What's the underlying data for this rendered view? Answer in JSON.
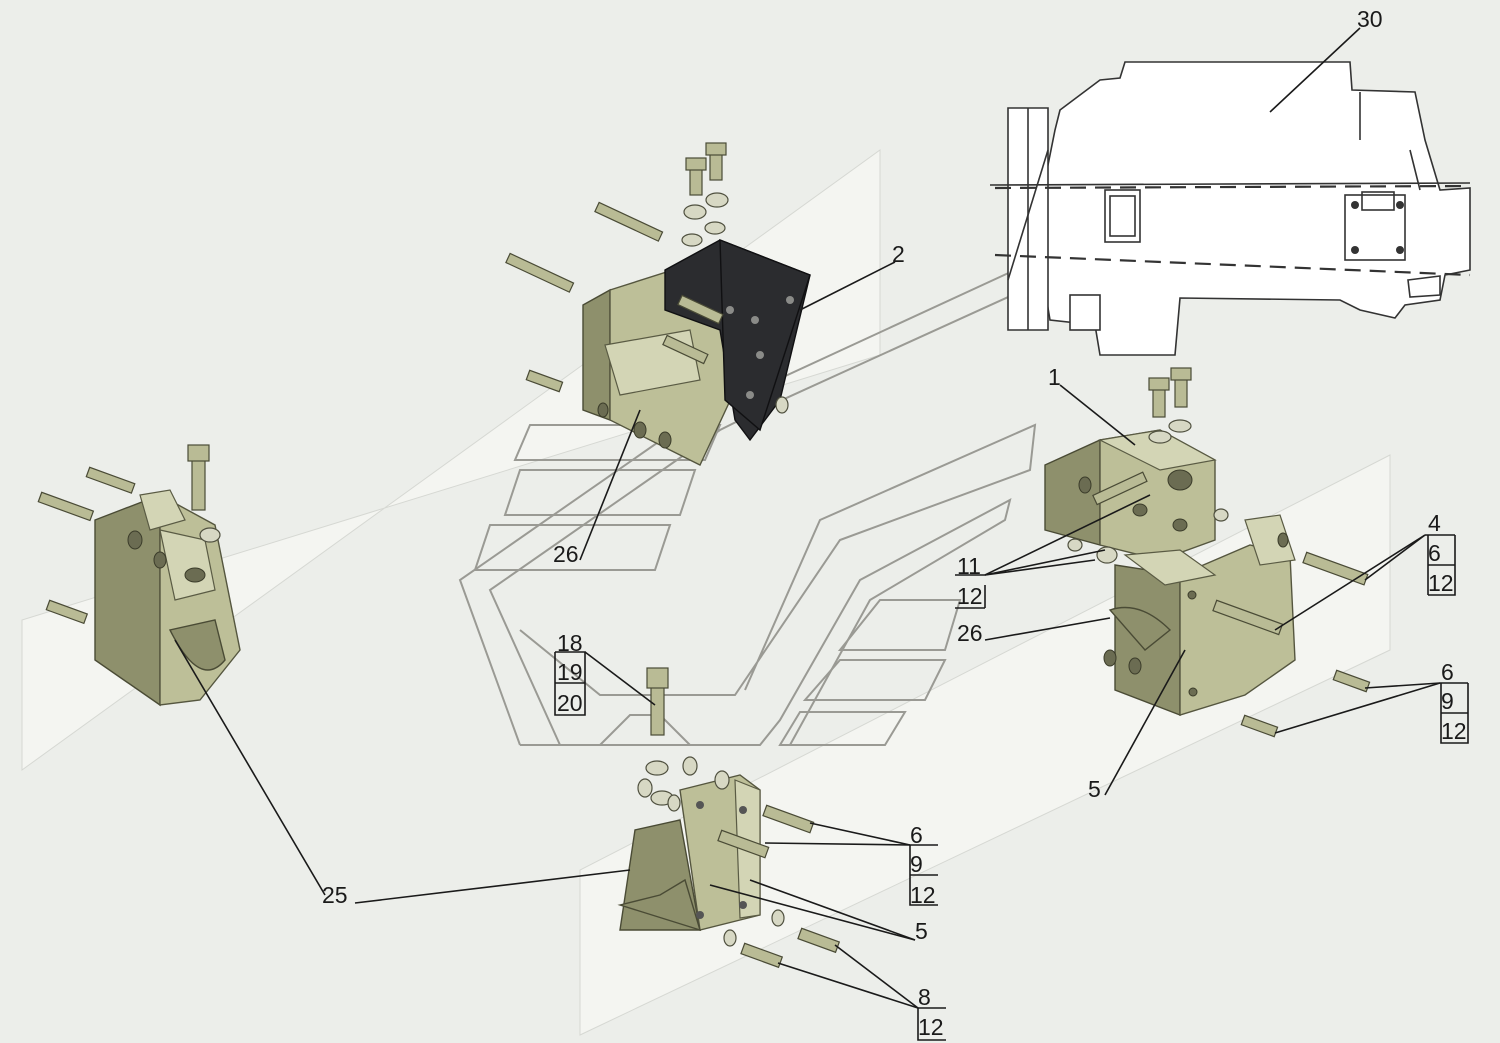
{
  "labels": {
    "l30": "30",
    "l2": "2",
    "l1": "1",
    "l26a": "26",
    "l26b": "26",
    "l11": "11",
    "l12a": "12",
    "l4": "4",
    "l6a": "6",
    "l12b": "12",
    "l6b": "6",
    "l9a": "9",
    "l12c": "12",
    "l5a": "5",
    "l18": "18",
    "l19": "19",
    "l20": "20",
    "l6c": "6",
    "l9b": "9",
    "l12d": "12",
    "l5b": "5",
    "l25": "25",
    "l8": "8",
    "l12e": "12"
  },
  "colors": {
    "background": "#eceeea",
    "metal": "#bdbf98",
    "dark_bracket": "#2b2c2f",
    "leader": "#1a1a1a"
  }
}
